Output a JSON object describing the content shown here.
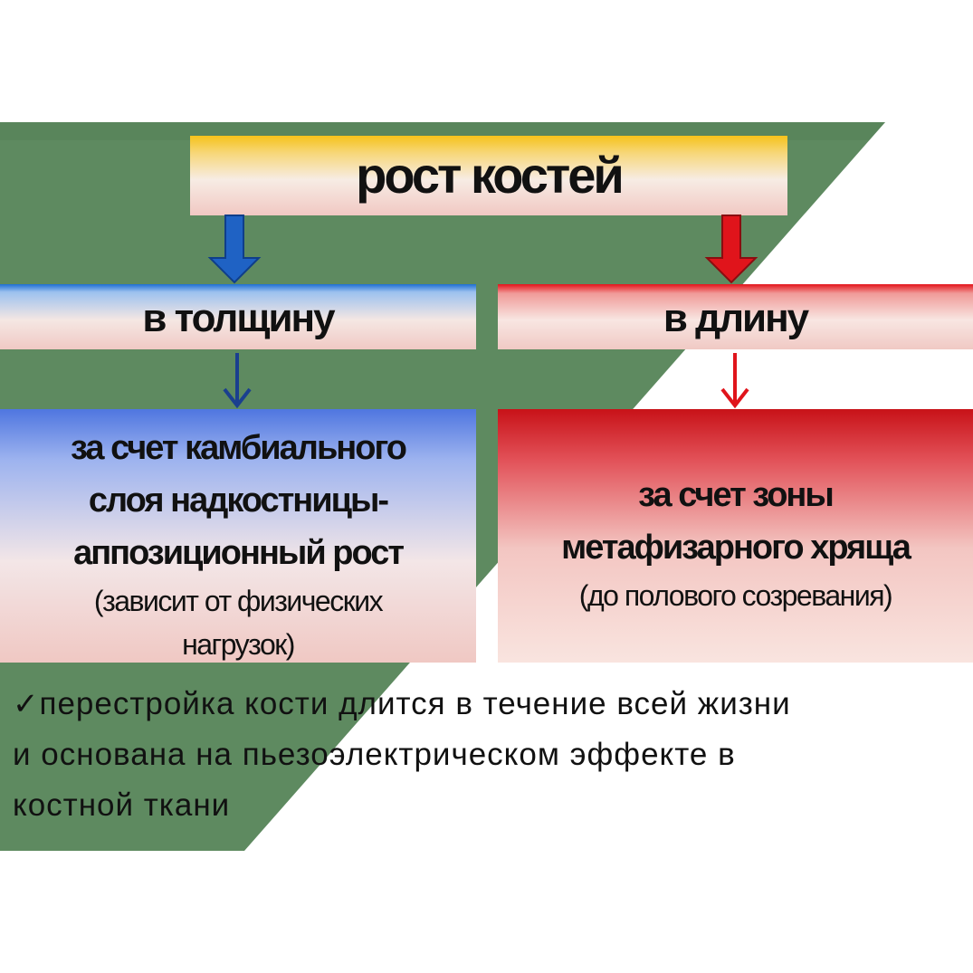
{
  "title": "рост костей",
  "branches": {
    "thickness": {
      "label": "в толщину",
      "detail_lines": [
        "за счет камбиального",
        "слоя надкостницы-",
        "аппозиционный рост"
      ],
      "note_lines": [
        "(зависит от физических",
        "нагрузок)"
      ]
    },
    "length": {
      "label": "в длину",
      "detail_lines": [
        "за счет зоны",
        "метафизарного хряща"
      ],
      "note_lines": [
        "(до полового созревания)"
      ]
    }
  },
  "footer": {
    "check": "✓",
    "lines": [
      "перестройка кости длится в течение всей жизни",
      "и основана на пьезоэлектрическом эффекте в",
      "костной ткани"
    ]
  },
  "colors": {
    "background_green": "#5e8a60",
    "arrow_blue": "#1f62c4",
    "arrow_red": "#e0141b"
  },
  "icons": {
    "thick_arrow_blue": "arrow-down-icon",
    "thick_arrow_red": "arrow-down-icon",
    "thin_arrow_blue": "arrow-down-icon",
    "thin_arrow_red": "arrow-down-icon",
    "check": "checkmark-icon"
  }
}
